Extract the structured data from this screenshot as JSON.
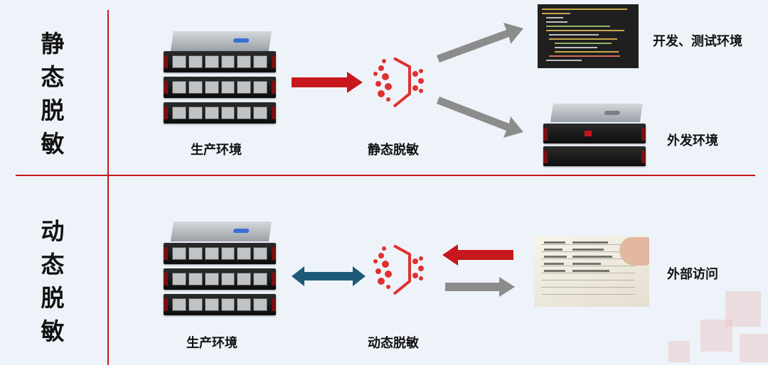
{
  "sections": {
    "static_title": [
      "静",
      "态",
      "脱",
      "敏"
    ],
    "dynamic_title": [
      "动",
      "态",
      "脱",
      "敏"
    ]
  },
  "labels": {
    "production_static": "生产环境",
    "static_mask": "静态脱敏",
    "dev_test": "开发、测试环境",
    "external_env": "外发环境",
    "production_dynamic": "生产环境",
    "dynamic_mask": "动态脱敏",
    "external_access": "外部访问"
  },
  "colors": {
    "accent_red": "#c8161d",
    "arrow_gray": "#8c8c8c",
    "arrow_teal": "#1e5a78",
    "background": "#eef3f9"
  }
}
